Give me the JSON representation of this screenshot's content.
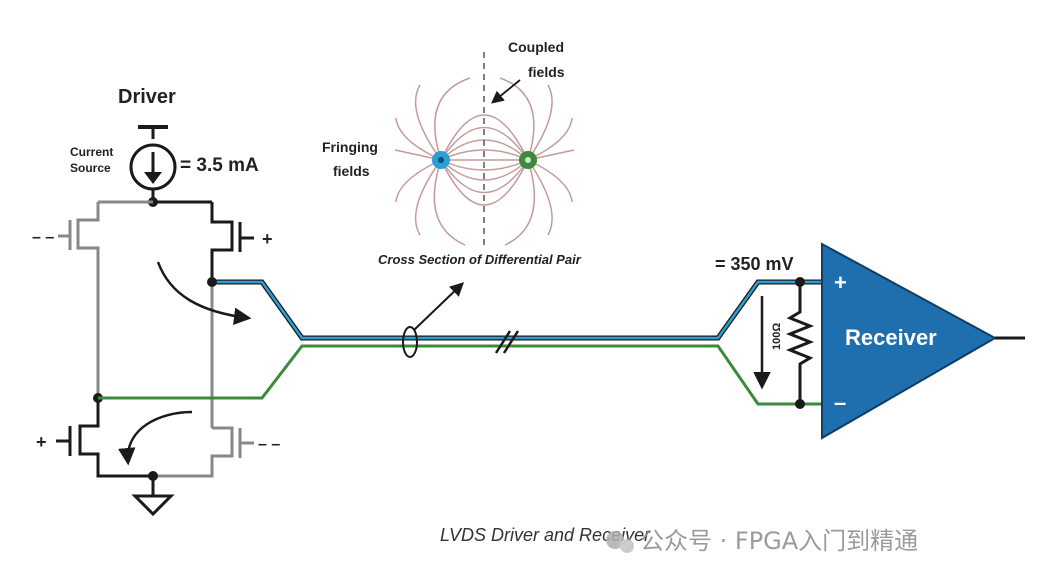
{
  "labels": {
    "driver": "Driver",
    "current_line1": "Current",
    "current_line2": "Source",
    "current_value": "= 3.5 mA",
    "coupled_line1": "Coupled",
    "coupled_line2": "fields",
    "fringing_line1": "Fringing",
    "fringing_line2": "fields",
    "cross_section": "Cross Section of Differential Pair",
    "voltage": "= 350 mV",
    "resistor": "100Ω",
    "receiver": "Receiver",
    "plus": "+",
    "minus": "–",
    "gate_minus_left": "– –",
    "gate_plus_right": "+",
    "gate_plus_left": "+",
    "gate_minus_right": "– –"
  },
  "caption": "LVDS Driver and Receiver",
  "watermark": "公众号 · FPGA入门到精通",
  "colors": {
    "blue_trace": "#2a9fd6",
    "green_trace": "#3c8a3c",
    "receiver_fill": "#1f6fae",
    "field_lines": "#c49b9b",
    "gray_wire": "#888888",
    "dark_wire": "#1a1a1a"
  }
}
